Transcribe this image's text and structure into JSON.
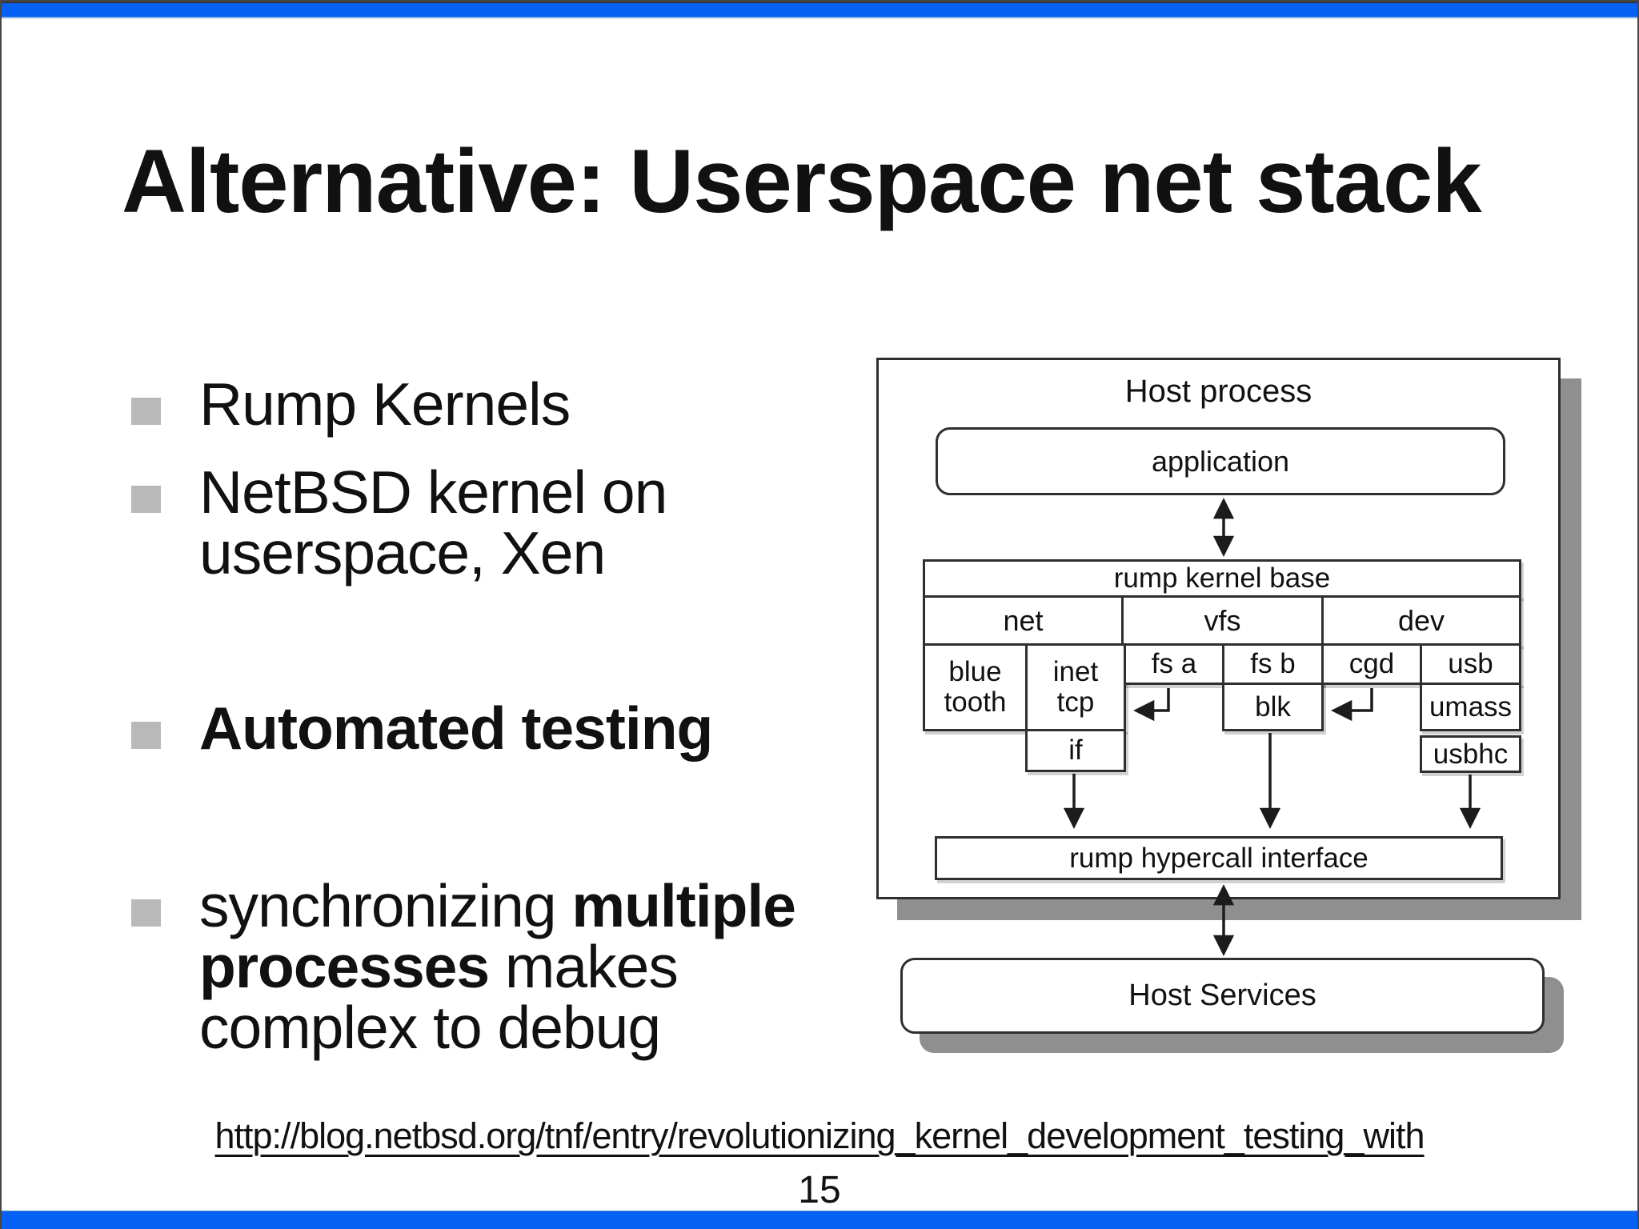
{
  "slide": {
    "title": "Alternative: Userspace net stack",
    "footer_url": "http://blog.netbsd.org/tnf/entry/revolutionizing_kernel_development_testing_with",
    "page_number": "15"
  },
  "bullets": [
    {
      "segments": [
        {
          "text": "Rump Kernels",
          "bold": false
        }
      ]
    },
    {
      "segments": [
        {
          "text": "NetBSD kernel on\nuserspace, Xen",
          "bold": false
        }
      ]
    },
    {
      "segments": [
        {
          "text": "Automated testing",
          "bold": true
        }
      ]
    },
    {
      "segments": [
        {
          "text": "synchronizing ",
          "bold": false
        },
        {
          "text": "multiple\nprocesses",
          "bold": true
        },
        {
          "text": " makes\ncomplex to debug",
          "bold": false
        }
      ]
    }
  ],
  "diagram": {
    "host_process_label": "Host process",
    "application_label": "application",
    "rump_kernel_base_label": "rump kernel base",
    "column_headers": {
      "net": "net",
      "vfs": "vfs",
      "dev": "dev"
    },
    "cells": {
      "bluetooth": "blue\ntooth",
      "inet_tcp": "inet\ntcp",
      "fs_a": "fs a",
      "fs_b": "fs b",
      "cgd": "cgd",
      "usb": "usb",
      "blk": "blk",
      "umass": "umass",
      "if": "if",
      "usbhc": "usbhc"
    },
    "hypercall_label": "rump hypercall interface",
    "host_services_label": "Host Services"
  },
  "colors": {
    "accent_blue": "#0561f4",
    "bullet_gray": "#b9b9b9",
    "diagram_line": "#2f2f2f",
    "shadow_gray": "#8f8f8f",
    "text_black": "#111111"
  }
}
